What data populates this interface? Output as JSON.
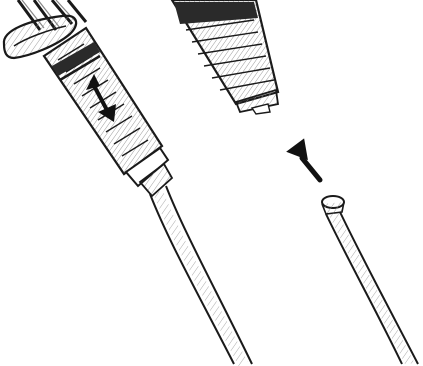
{
  "diagram": {
    "panels": [
      {
        "id": "left",
        "contents": [
          "syringe",
          "plunger",
          "arrow-down",
          "catheter"
        ]
      },
      {
        "id": "right",
        "contents": [
          "syringe",
          "arrow-up",
          "catheter"
        ]
      }
    ],
    "colors": {
      "background": "#ffffff",
      "ink": "#1a1a1a",
      "shade": "#6b6b6b",
      "light": "#d9d9d9"
    },
    "icons": [
      "syringe-icon",
      "arrow-down-icon",
      "arrow-up-icon",
      "catheter-tube-icon"
    ]
  }
}
